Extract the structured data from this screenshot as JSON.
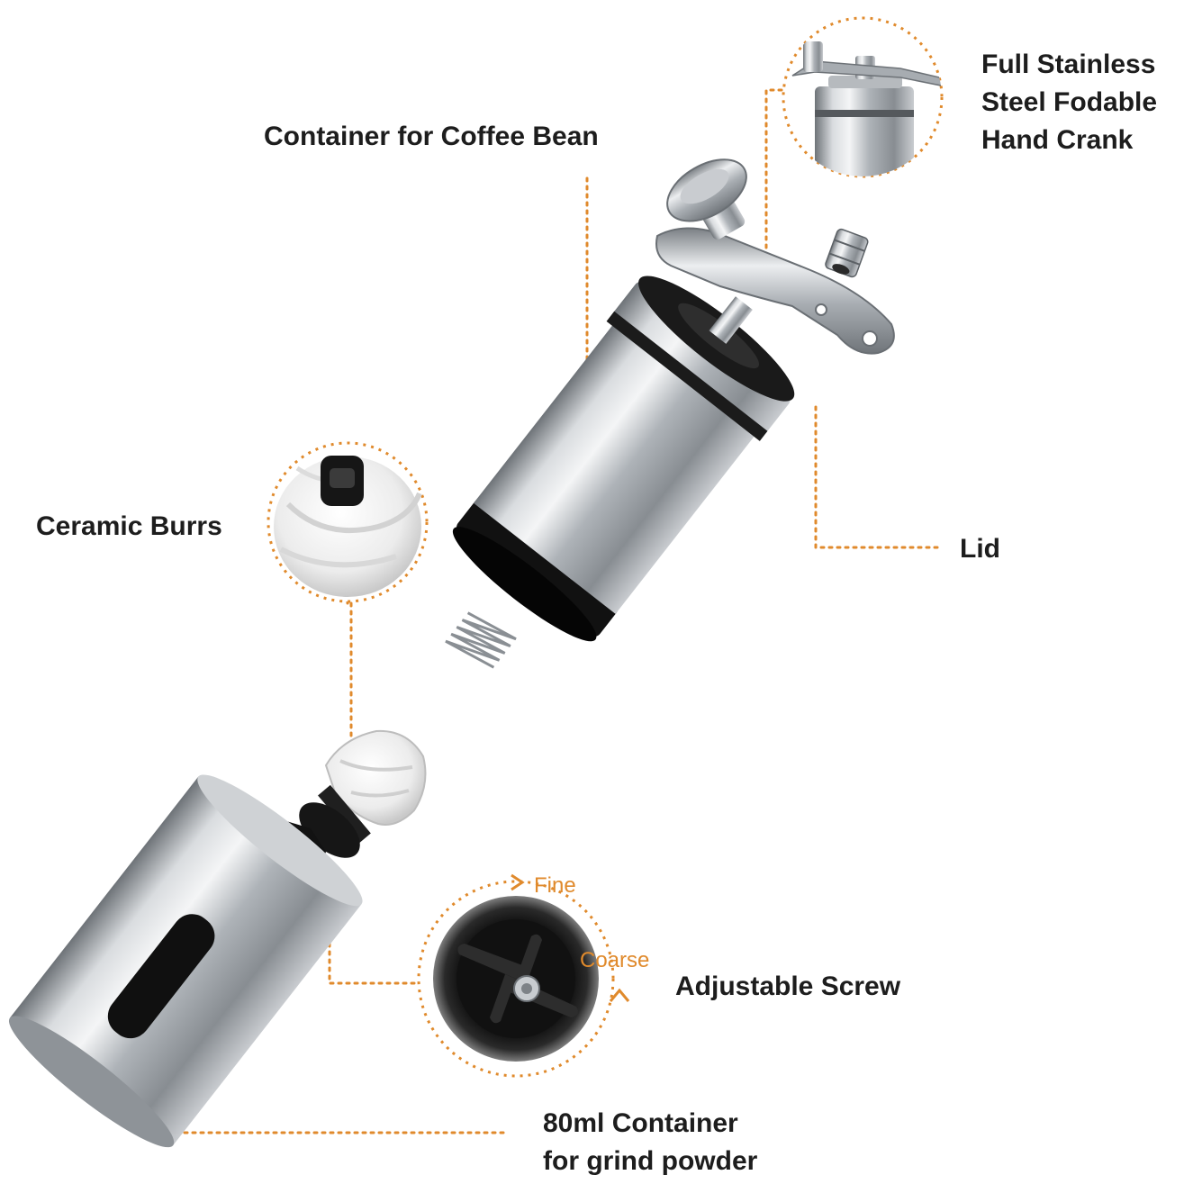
{
  "labels": {
    "container_bean": "Container for Coffee Bean",
    "hand_crank": [
      "Full Stainless",
      "Steel Fodable",
      "Hand Crank"
    ],
    "ceramic_burrs": "Ceramic Burrs",
    "lid": "Lid",
    "adjustable_screw": "Adjustable Screw",
    "powder_container": [
      "80ml Container",
      "for grind powder"
    ]
  },
  "dial": {
    "fine": "Fine",
    "coarse": "Coarse"
  },
  "colors": {
    "accent": "#e08a2c",
    "text": "#1d1d1d",
    "steel": "#b9bdc1",
    "black_plastic": "#1a1a1a",
    "ceramic": "#f4f4f4"
  }
}
